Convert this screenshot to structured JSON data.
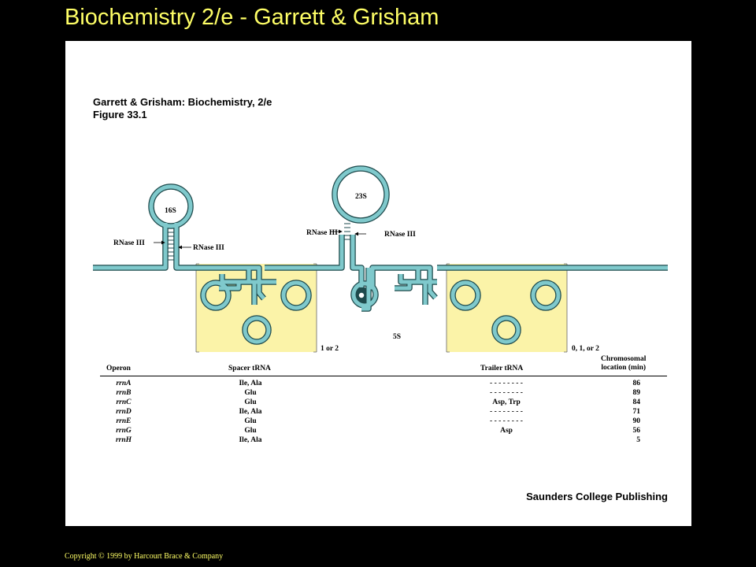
{
  "slide": {
    "title": "Biochemistry 2/e - Garrett & Grisham",
    "copyright": "Copyright © 1999 by Harcourt Brace & Company"
  },
  "figure": {
    "caption_line1": "Garrett & Grisham: Biochemistry, 2/e",
    "caption_line2": "Figure 33.1",
    "publisher": "Saunders College Publishing",
    "labels": {
      "rrna_16s": "16S",
      "rrna_23s": "23S",
      "rrna_5s": "5S",
      "rnase_16s_left": "RNase III",
      "rnase_16s_right": "RNase III",
      "rnase_23s_left": "RNase III",
      "rnase_23s_right": "RNase III",
      "spacer_count": "1 or 2",
      "trailer_count": "0, 1, or 2"
    },
    "colors": {
      "rna_strand": "#7fc9cc",
      "strand_outline": "#1e4a4c",
      "trna_box": "#fbf3a8",
      "slide_title": "#ffff66"
    }
  },
  "table": {
    "headers": {
      "operon": "Operon",
      "spacer": "Spacer tRNA",
      "trailer": "Trailer tRNA",
      "location_line1": "Chromosomal",
      "location_line2": "location (min)"
    },
    "rows": [
      {
        "operon": "rrnA",
        "spacer": "Ile, Ala",
        "trailer": "- - - - - - - -",
        "location": "86"
      },
      {
        "operon": "rrnB",
        "spacer": "Glu",
        "trailer": "- - - - - - - -",
        "location": "89"
      },
      {
        "operon": "rrnC",
        "spacer": "Glu",
        "trailer": "Asp, Trp",
        "location": "84"
      },
      {
        "operon": "rrnD",
        "spacer": "Ile, Ala",
        "trailer": "- - - - - - - -",
        "location": "71"
      },
      {
        "operon": "rrnE",
        "spacer": "Glu",
        "trailer": "- - - - - - - -",
        "location": "90"
      },
      {
        "operon": "rrnG",
        "spacer": "Glu",
        "trailer": "Asp",
        "location": "56"
      },
      {
        "operon": "rrnH",
        "spacer": "Ile, Ala",
        "trailer": "",
        "location": "5"
      }
    ]
  }
}
